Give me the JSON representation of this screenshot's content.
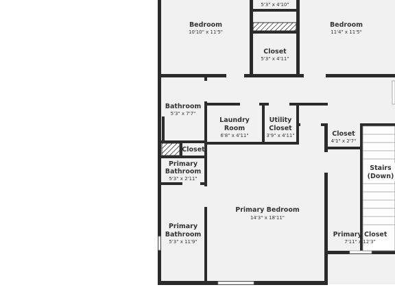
{
  "plan": {
    "colors": {
      "wall": "#2b2b2b",
      "floor": "#f1f1f1",
      "label": "#333333",
      "window": "#ffffff"
    },
    "rooms": {
      "top_closet": {
        "dim": "5'3\" x 4'10\""
      },
      "bedroom_left": {
        "name": "Bedroom",
        "dim": "10'10\" x 11'5\""
      },
      "bedroom_right": {
        "name": "Bedroom",
        "dim": "11'4\" x 11'5\""
      },
      "closet_mid": {
        "name": "Closet",
        "dim": "5'3\" x 4'11\""
      },
      "bathroom": {
        "name": "Bathroom",
        "dim": "5'3\" x 7'7\""
      },
      "laundry": {
        "name_line1": "Laundry",
        "name_line2": "Room",
        "dim": "6'8\" x 4'11\""
      },
      "utility_closet": {
        "name_line1": "Utility",
        "name_line2": "Closet",
        "dim": "3'9\" x 4'11\""
      },
      "closet_small": {
        "name": "Closet",
        "dim": "4'1\" x 2'7\""
      },
      "stairs": {
        "name_line1": "Stairs",
        "name_line2": "(Down)"
      },
      "closet_tiny": {
        "name": "Closet"
      },
      "primary_bath_small": {
        "name_line1": "Primary",
        "name_line2": "Bathroom",
        "dim": "5'3\" x 2'11\""
      },
      "primary_bedroom": {
        "name": "Primary Bedroom",
        "dim": "14'3\" x 18'11\""
      },
      "primary_bath_large": {
        "name_line1": "Primary",
        "name_line2": "Bathroom",
        "dim": "5'3\" x 11'9\""
      },
      "primary_closet": {
        "name": "Primary Closet",
        "dim": "7'11\" x 12'3\""
      }
    }
  }
}
